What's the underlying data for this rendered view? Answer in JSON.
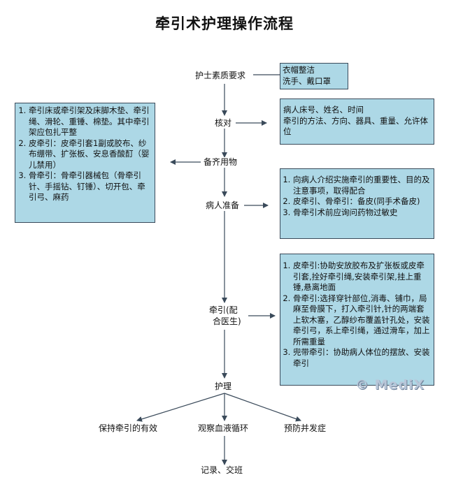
{
  "title": "牵引术护理操作流程",
  "nodes": {
    "requirement": "护士素质要求",
    "check": "核对",
    "prepare_items": "备齐用物",
    "patient_prep": "病人准备",
    "traction_line1": "牵引(配",
    "traction_line2": "合医生)",
    "nursing": "护理",
    "keep_effective": "保持牵引的有效",
    "observe_blood": "观察血液循环",
    "prevent_complications": "预防并发症",
    "record_handover": "记录、交班"
  },
  "boxes": {
    "attire": [
      "衣帽整洁",
      "洗手、戴口罩"
    ],
    "check_items": [
      "病人床号、姓名、时间",
      "牵引的方法、方向、器具、重量、允许体位"
    ],
    "supplies": [
      "牵引床或牵引架及床脚木垫、牵引绳、滑轮、重锤、棉垫。其中牵引架应包扎平整",
      "皮牵引：皮牵引套1副或胶布、纱布绷带、扩张板、安息香酸酊（婴儿禁用）",
      "骨牵引：骨牵引器械包（骨牵引针、手摇钻、钉锤）、切开包、牵引弓、麻药"
    ],
    "patient_items": [
      "向病人介绍实施牵引的重要性、目的及注意事项，取得配合",
      "皮牵引、骨牵引：备皮(同手术备皮)",
      "骨牵引术前应询问药物过敏史"
    ],
    "traction_items": [
      "皮牵引:协助安放胶布及扩张板或皮牵引套,拴好牵引绳,安装牵引架,挂上重锤,悬离地面",
      "骨牵引:选择穿针部位,消毒、铺巾，局麻至骨膜下，打入牵引针,针的两端套上软木塞，乙醇纱布覆盖针孔处，安装牵引弓，系上牵引绳，通过滑车，加上所需重量",
      "兜带牵引：协助病人体位的摆放、安装牵引"
    ]
  },
  "watermark": "© MediX"
}
